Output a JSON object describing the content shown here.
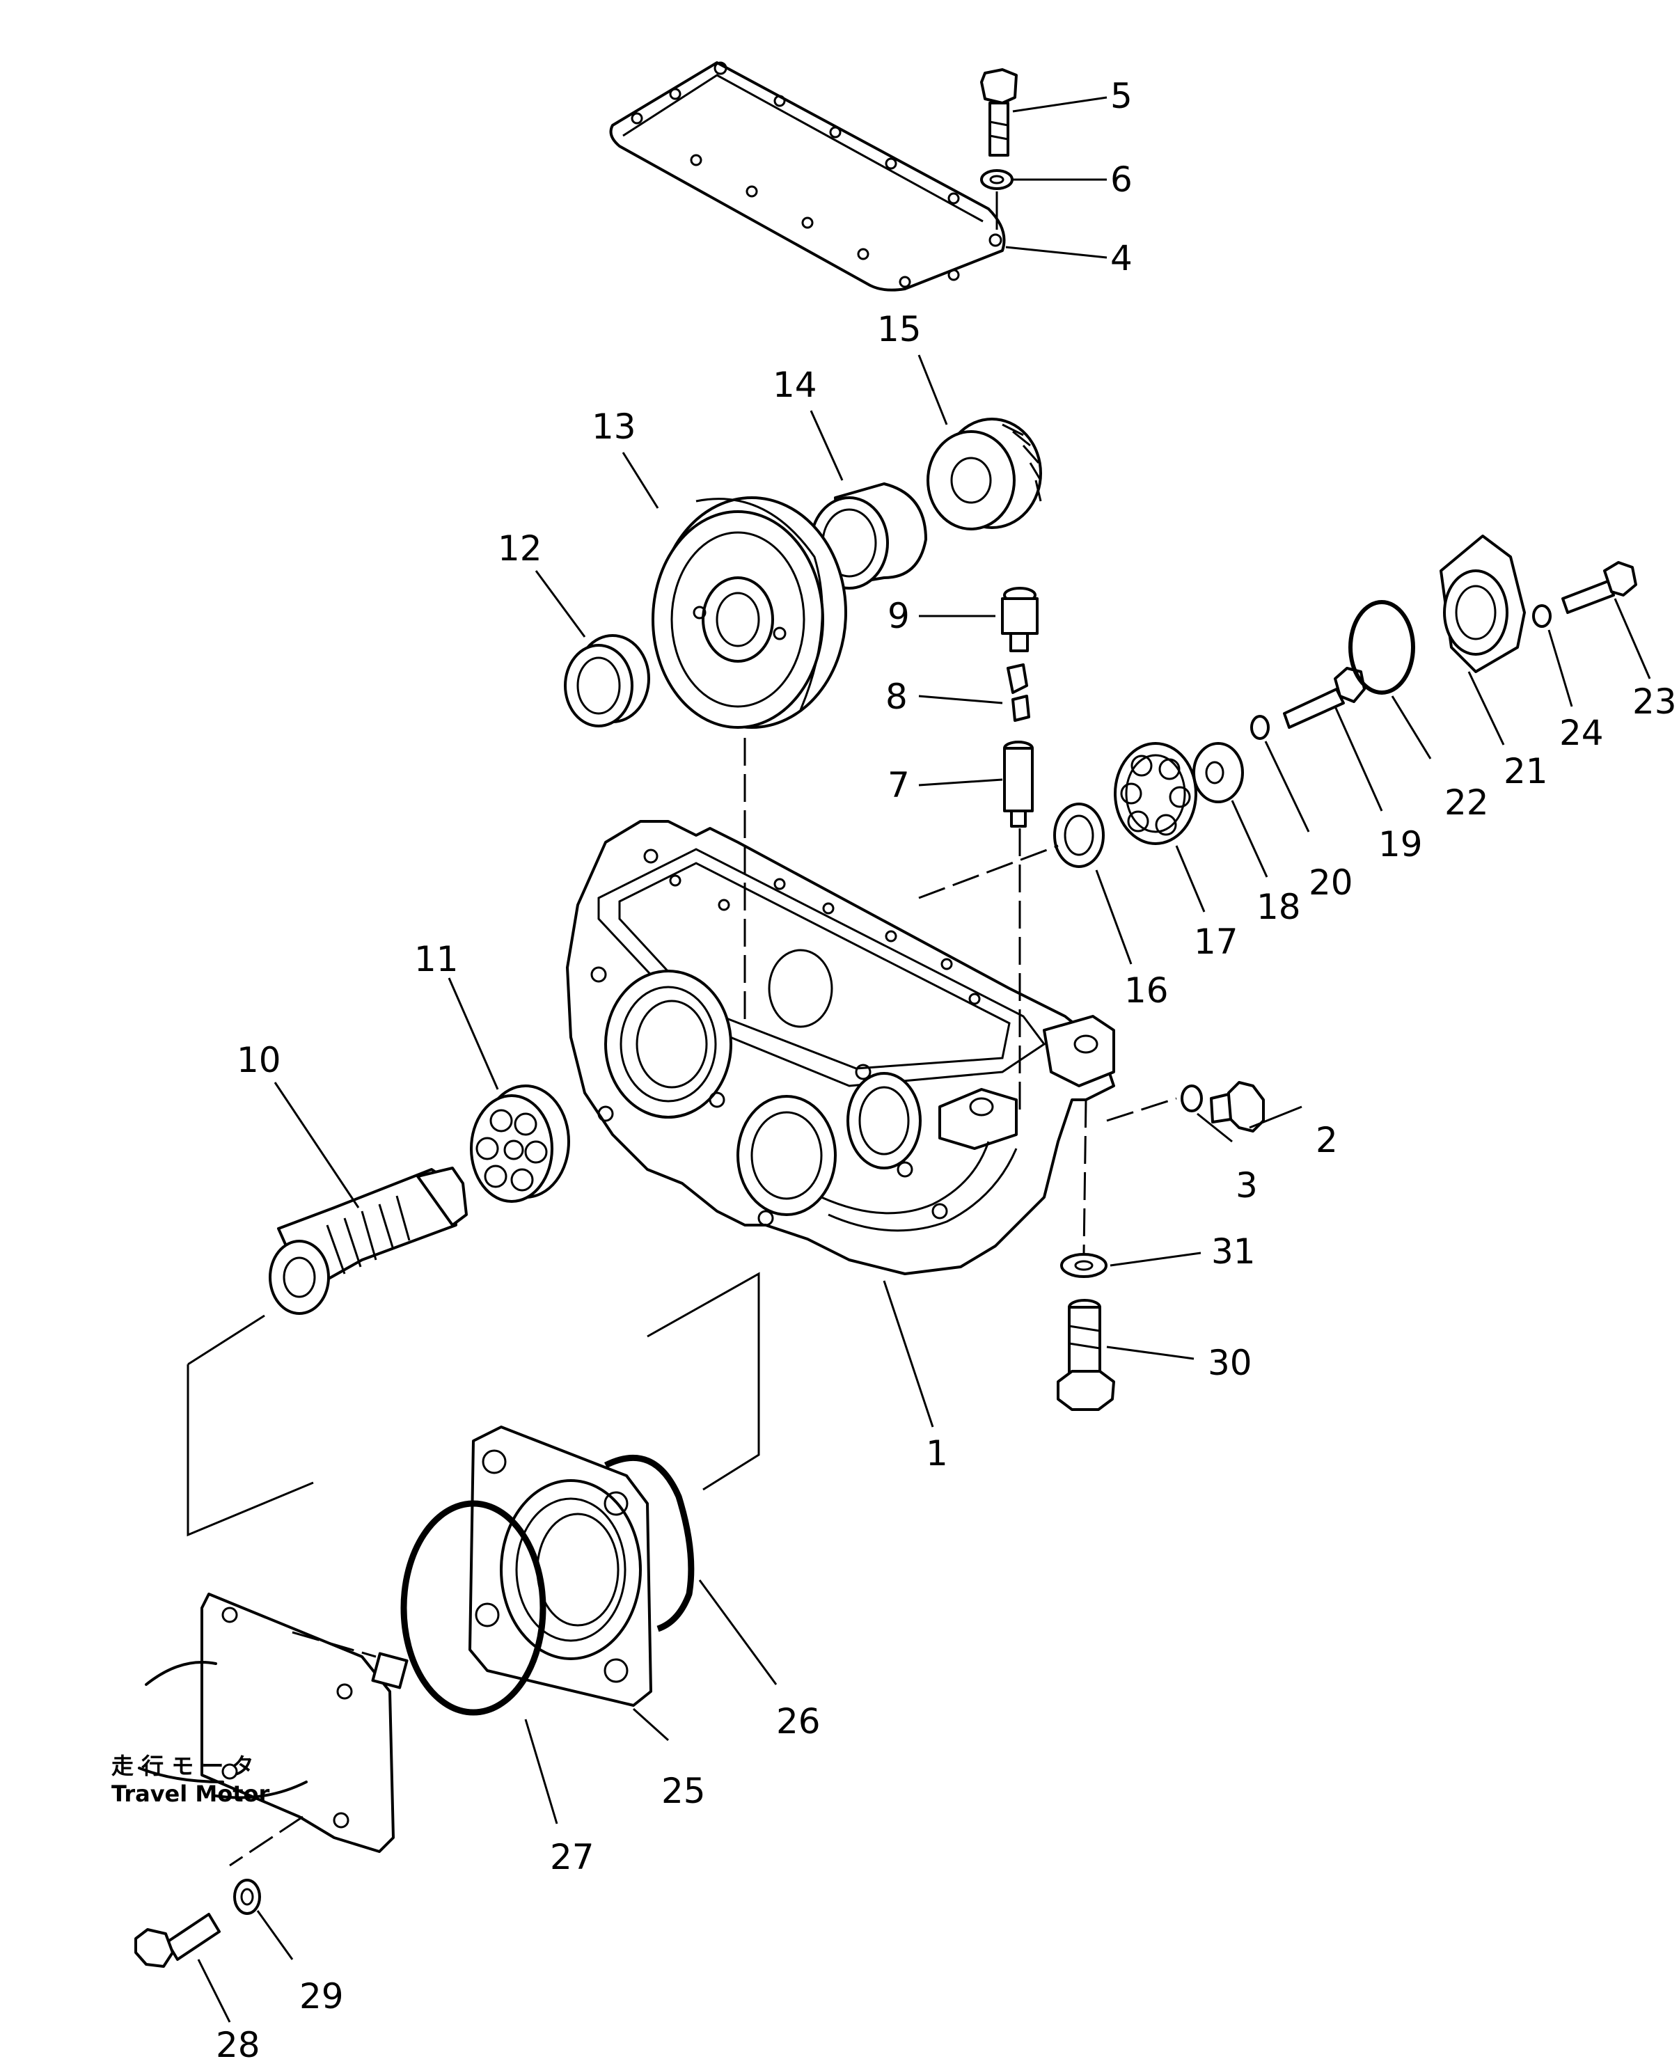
{
  "callouts": [
    "1",
    "2",
    "3",
    "4",
    "5",
    "6",
    "7",
    "8",
    "9",
    "10",
    "11",
    "12",
    "13",
    "14",
    "15",
    "16",
    "17",
    "18",
    "19",
    "20",
    "21",
    "22",
    "23",
    "24",
    "25",
    "26",
    "27",
    "28",
    "29",
    "30",
    "31"
  ],
  "caption": {
    "japanese": "走 行 モ ー タ",
    "english": "Travel Motor"
  }
}
